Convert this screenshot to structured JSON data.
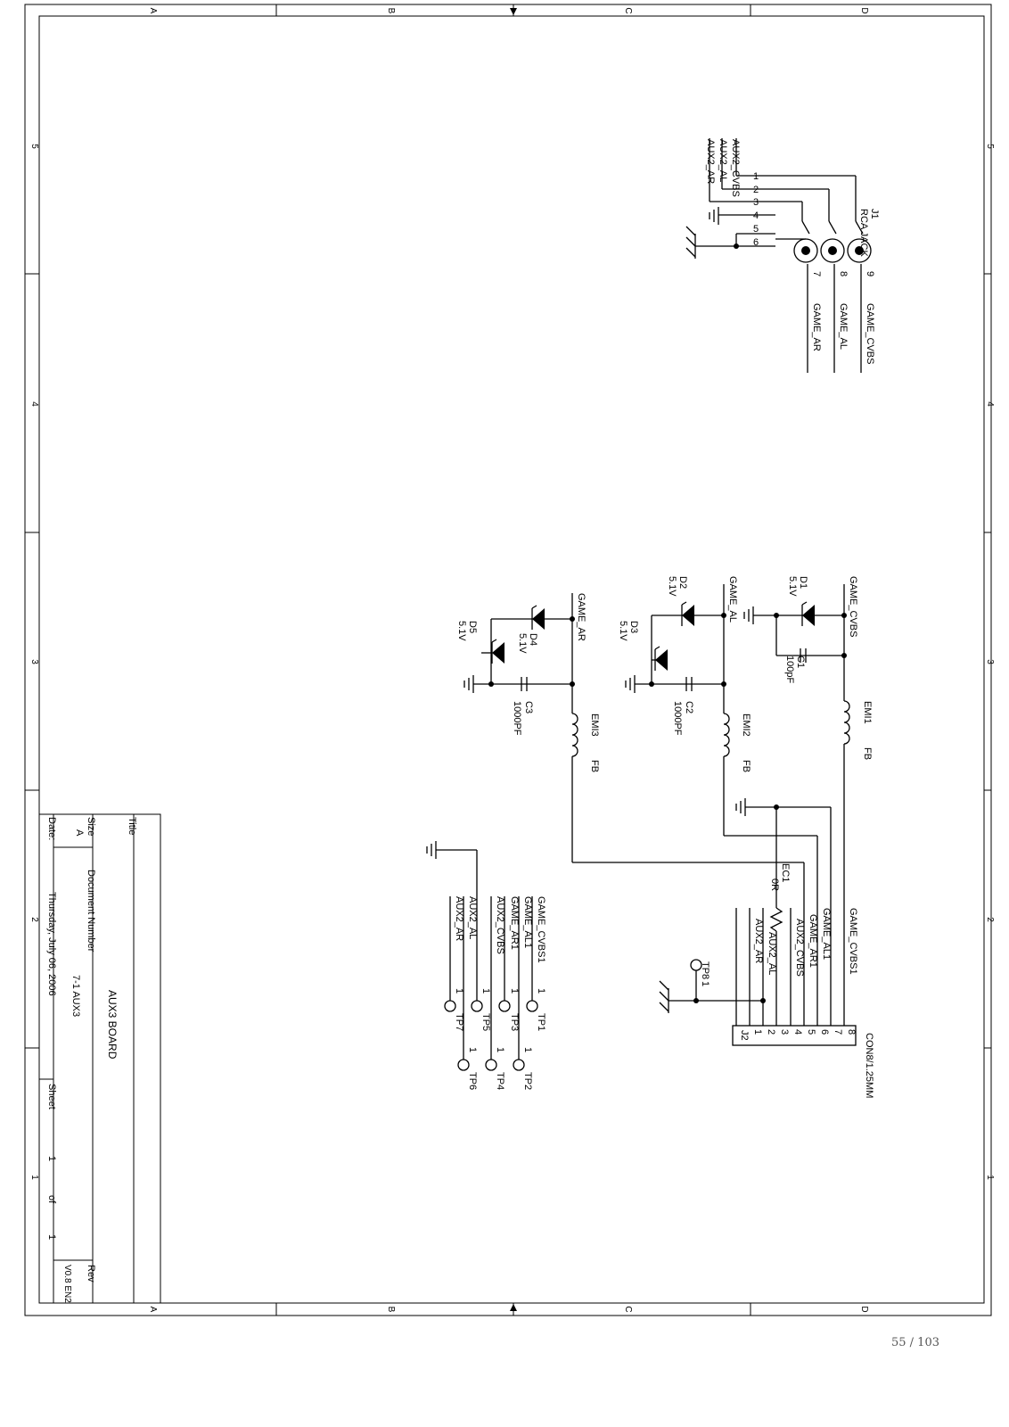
{
  "frame": {
    "top_cols": [
      "A",
      "B",
      "C",
      "D"
    ],
    "bottom_cols": [
      "A",
      "B",
      "C",
      "D"
    ],
    "left_rows": [
      "5",
      "4",
      "3",
      "2",
      "1"
    ],
    "right_rows": [
      "5",
      "4",
      "3",
      "2",
      "1"
    ]
  },
  "title_block": {
    "title_label": "Title",
    "title": "AUX3 BOARD",
    "size_label": "Size",
    "size": "A",
    "docnum_label": "Document Number",
    "docnum": "7-1 AUX3",
    "rev_label": "Rev",
    "rev": "V0.8 EN2",
    "date_label": "Date:",
    "date": "Thursday, July 06, 2006",
    "sheet_label": "Sheet",
    "sheet_num": "1",
    "of_label": "of",
    "sheet_total": "1"
  },
  "j1": {
    "ref": "J1",
    "value": "RCA JACK",
    "left_nets": [
      "AUX2_CVBS",
      "AUX2_AL",
      "AUX2_AR"
    ],
    "pins_left": [
      "1",
      "2",
      "3",
      "4",
      "5",
      "6"
    ],
    "pins_out": [
      "9",
      "8",
      "7"
    ],
    "out_nets": [
      "GAME_CVBS",
      "GAME_AL",
      "GAME_AR"
    ]
  },
  "filters": [
    {
      "net": "GAME_CVBS",
      "diode": "D1",
      "diode_val": "5.1V",
      "cap": "C1",
      "cap_val": "100pF",
      "em": "EMI1",
      "fb": "FB"
    },
    {
      "net": "GAME_AL",
      "diode": "D2",
      "diode_val": "5.1V",
      "diode2": "D3",
      "diode2_val": "5.1V",
      "cap": "C2",
      "cap_val": "1000PF",
      "em": "EMI2",
      "fb": "FB"
    },
    {
      "net": "GAME_AR",
      "diode": "D4",
      "diode_val": "5.1V",
      "diode2": "D5",
      "diode2_val": "5.1V",
      "cap": "C3",
      "cap_val": "1000PF",
      "em": "EMI3",
      "fb": "FB"
    }
  ],
  "j2": {
    "ref": "J2",
    "value": "CON8/1.25MM",
    "pins": [
      "8",
      "7",
      "6",
      "5",
      "4",
      "3",
      "2",
      "1"
    ],
    "nets": [
      "GAME_CVBS1",
      "GAME_AL1",
      "GAME_AR1",
      "AUX2_CVBS",
      "AUX2_AL",
      "AUX2_AR"
    ]
  },
  "ec1": {
    "ref": "EC1",
    "value": "0R"
  },
  "tp8": {
    "ref": "TP8",
    "pin": "1"
  },
  "testpoints": {
    "nets": [
      "GAME_CVBS1",
      "GAME_AL1",
      "GAME_AR1",
      "AUX2_CVBS",
      "AUX2_AL",
      "AUX2_AR"
    ],
    "pin": "1",
    "refs": [
      "TP1",
      "TP2",
      "TP3",
      "TP4",
      "TP5",
      "TP6",
      "TP7"
    ]
  },
  "page_number": "55 / 103"
}
